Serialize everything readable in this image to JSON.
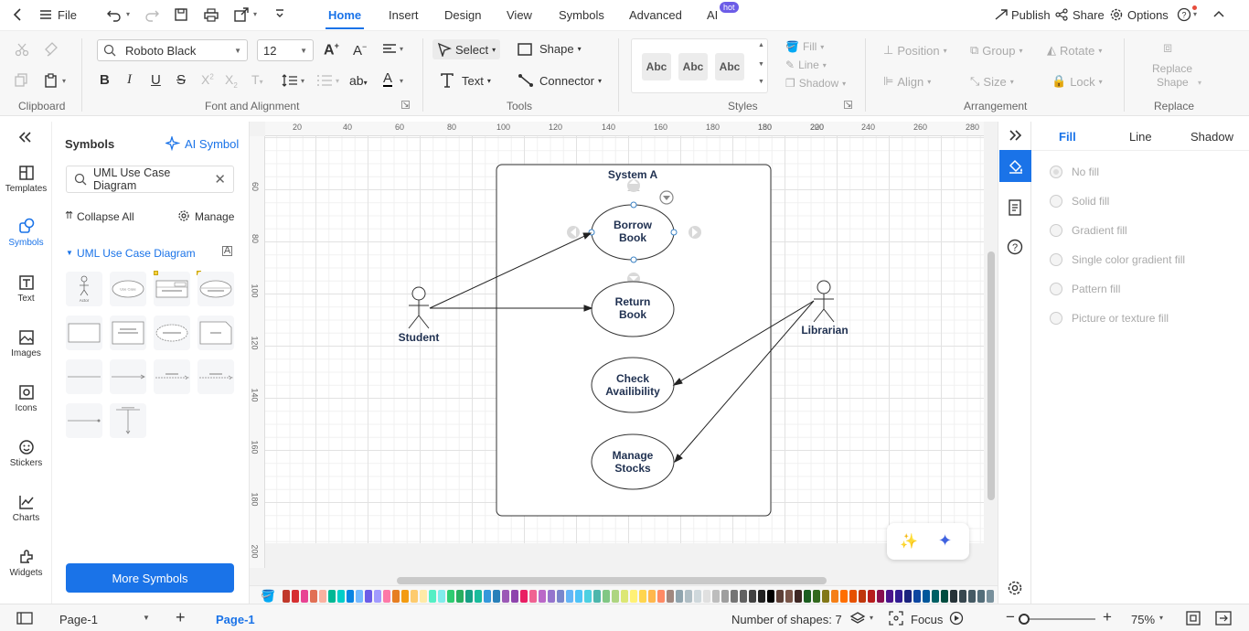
{
  "menubar": {
    "file": "File",
    "publish": "Publish",
    "share": "Share",
    "options": "Options",
    "hot_badge": "hot",
    "tabs": [
      {
        "label": "Home"
      },
      {
        "label": "Insert"
      },
      {
        "label": "Design"
      },
      {
        "label": "View"
      },
      {
        "label": "Symbols"
      },
      {
        "label": "Advanced"
      },
      {
        "label": "AI"
      }
    ]
  },
  "ribbon": {
    "groups": {
      "clipboard": "Clipboard",
      "font": "Font and Alignment",
      "tools": "Tools",
      "styles": "Styles",
      "arrangement": "Arrangement",
      "replace": "Replace"
    },
    "font_family": "Roboto Black",
    "font_size": "12",
    "select": "Select",
    "shape": "Shape",
    "text": "Text",
    "connector": "Connector",
    "abc": [
      "Abc",
      "Abc",
      "Abc"
    ],
    "fill": "Fill",
    "line": "Line",
    "shadow": "Shadow",
    "position": "Position",
    "group": "Group",
    "rotate": "Rotate",
    "align": "Align",
    "size": "Size",
    "lock": "Lock",
    "replace_shape_1": "Replace",
    "replace_shape_2": "Shape"
  },
  "rail": [
    {
      "label": "Templates",
      "icon": "templates-icon"
    },
    {
      "label": "Symbols",
      "icon": "symbols-icon"
    },
    {
      "label": "Text",
      "icon": "text-icon"
    },
    {
      "label": "Images",
      "icon": "images-icon"
    },
    {
      "label": "Icons",
      "icon": "icons-icon"
    },
    {
      "label": "Stickers",
      "icon": "stickers-icon"
    },
    {
      "label": "Charts",
      "icon": "charts-icon"
    },
    {
      "label": "Widgets",
      "icon": "widgets-icon"
    }
  ],
  "symbols": {
    "title": "Symbols",
    "ai_symbol": "AI Symbol",
    "search_value": "UML Use Case Diagram",
    "collapse_all": "Collapse All",
    "manage": "Manage",
    "category": "UML Use Case Diagram",
    "more_symbols": "More Symbols",
    "thumb_labels": {
      "actor": "Actor",
      "use_case": "Use Case"
    }
  },
  "ruler": {
    "top": [
      "20",
      "40",
      "60",
      "80",
      "100",
      "120",
      "140",
      "160",
      "180",
      "200",
      "220",
      "240",
      "260",
      "280"
    ],
    "left": [
      "60",
      "80",
      "100",
      "120",
      "140",
      "160",
      "180",
      "200"
    ]
  },
  "diagram": {
    "system_title": "System A",
    "actors": [
      {
        "name": "Student"
      },
      {
        "name": "Librarian"
      }
    ],
    "use_cases": [
      {
        "l1": "Borrow",
        "l2": "Book"
      },
      {
        "l1": "Return",
        "l2": "Book"
      },
      {
        "l1": "Check",
        "l2": "Availibility"
      },
      {
        "l1": "Manage",
        "l2": "Stocks"
      }
    ]
  },
  "right_panel": {
    "tabs": [
      "Fill",
      "Line",
      "Shadow"
    ],
    "options": [
      "No fill",
      "Solid fill",
      "Gradient fill",
      "Single color gradient fill",
      "Pattern fill",
      "Picture or texture fill"
    ]
  },
  "palette": [
    "#c0392b",
    "#d63031",
    "#e84393",
    "#e17055",
    "#fab1a0",
    "#00b894",
    "#00cec9",
    "#0984e3",
    "#74b9ff",
    "#6c5ce7",
    "#a29bfe",
    "#fd79a8",
    "#e67e22",
    "#f39c12",
    "#fdcb6e",
    "#ffeaa7",
    "#55efc4",
    "#81ecec",
    "#2ecc71",
    "#27ae60",
    "#16a085",
    "#1abc9c",
    "#3498db",
    "#2980b9",
    "#9b59b6",
    "#8e44ad",
    "#e91e63",
    "#f06292",
    "#ba68c8",
    "#9575cd",
    "#7986cb",
    "#64b5f6",
    "#4fc3f7",
    "#4dd0e1",
    "#4db6ac",
    "#81c784",
    "#aed581",
    "#dce775",
    "#fff176",
    "#ffd54f",
    "#ffb74d",
    "#ff8a65",
    "#a1887f",
    "#90a4ae",
    "#b0bec5",
    "#cfd8dc",
    "#e0e0e0",
    "#bdbdbd",
    "#9e9e9e",
    "#757575",
    "#616161",
    "#424242",
    "#212121",
    "#000000",
    "#5d4037",
    "#795548",
    "#3e2723",
    "#1b5e20",
    "#33691e",
    "#827717",
    "#f57f17",
    "#ff6f00",
    "#e65100",
    "#bf360c",
    "#b71c1c",
    "#880e4f",
    "#4a148c",
    "#311b92",
    "#1a237e",
    "#0d47a1",
    "#01579b",
    "#006064",
    "#004d40",
    "#263238",
    "#37474f",
    "#455a64",
    "#546e7a",
    "#78909c"
  ],
  "status": {
    "page_selector": "Page-1",
    "page_tab": "Page-1",
    "shapes_count": "Number of shapes: 7",
    "focus": "Focus",
    "zoom": "75%"
  }
}
